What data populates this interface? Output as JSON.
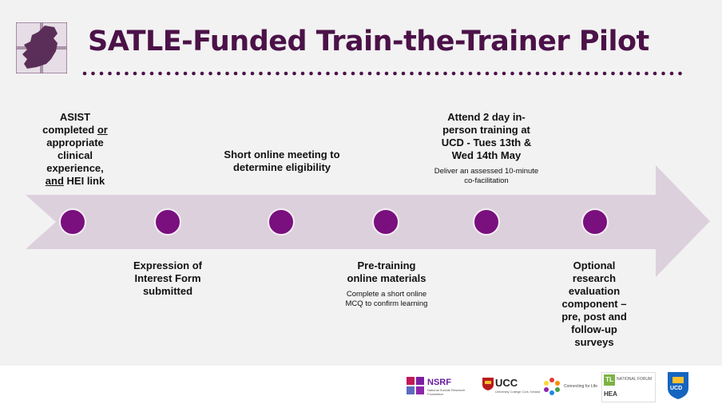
{
  "header": {
    "title": "SATLE-Funded Train-the-Trainer Pilot"
  },
  "steps": [
    {
      "id": 1,
      "title_before": "ASIST completed",
      "title_u1": "or",
      "title_mid": "appropriate clinical experience,",
      "title_u2": "and",
      "title_after": "HEI link",
      "sub": ""
    },
    {
      "id": 2,
      "title": "Expression of Interest Form submitted",
      "sub": ""
    },
    {
      "id": 3,
      "title": "Short online meeting to determine eligibility",
      "sub": ""
    },
    {
      "id": 4,
      "title": "Pre-training online materials",
      "sub": "Complete a short online MCQ to confirm learning"
    },
    {
      "id": 5,
      "title": "Attend 2 day in-person training at UCD - Tues 13th & Wed 14th May",
      "sub": "Deliver an assessed 10-minute co-facilitation"
    },
    {
      "id": 6,
      "title": "Optional research evaluation component – pre, post and follow-up surveys",
      "sub": ""
    }
  ],
  "footer": {
    "nsrf": {
      "name": "NSRF",
      "tagline": "National Suicide Research Foundation"
    },
    "ucc": {
      "name": "UCC",
      "tagline": "University College Cork, Ireland"
    },
    "connecting": {
      "name": "Connecting for Life"
    },
    "nf": {
      "badge": "TL",
      "name": "NATIONAL FORUM",
      "hea": "HEA"
    },
    "ucd": {
      "name": "UCD"
    }
  },
  "colors": {
    "title": "#4b1248",
    "accent": "#7a0f7e",
    "arrow": "#ddd0dd",
    "background": "#f2f2f2"
  }
}
